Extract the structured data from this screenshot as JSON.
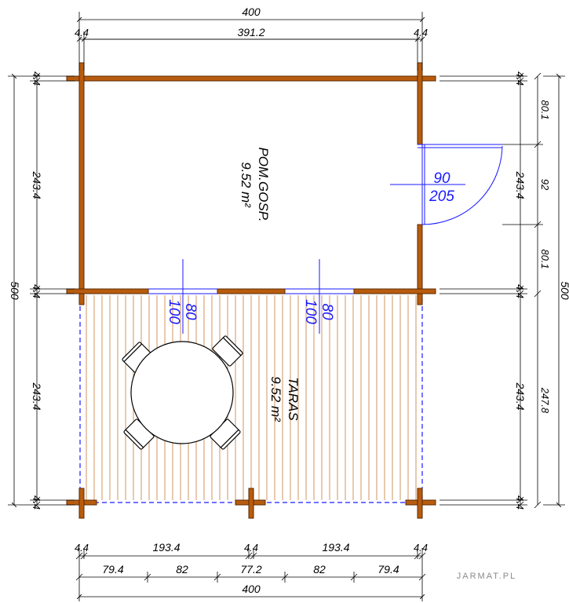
{
  "colors": {
    "wall": "#b85c0e",
    "wall_edge": "#5a2a00",
    "deck_line": "#c77a36",
    "door_window": "#1a1aff",
    "dimension_line": "#000000"
  },
  "rooms": {
    "storage": {
      "name": "POM.GOSP.",
      "area": "9.52 m²"
    },
    "terrace": {
      "name": "TARAS",
      "area": "9.52 m²"
    }
  },
  "openings": {
    "side_door": {
      "width": "90",
      "height": "205"
    },
    "front_door_left": {
      "width": "80",
      "height": "100"
    },
    "front_door_right": {
      "width": "80",
      "height": "100"
    }
  },
  "dimensions": {
    "top_total": "400",
    "top_wall_left": "4.4",
    "top_inner": "391.2",
    "top_wall_right": "4.4",
    "left_total": "500",
    "left_wall_top": "4.4",
    "left_room": "243.4",
    "left_wall_mid": "4.4",
    "left_terrace": "243.4",
    "left_wall_bottom": "4.4",
    "right_total": "500",
    "right_wall_top": "4.4",
    "right_room": "243.4",
    "right_wall_mid": "4.4",
    "right_terrace": "243.4",
    "right_wall_bottom": "4.4",
    "right_seg_top": "80.1",
    "right_seg_door": "92",
    "right_seg_bottom": "80.1",
    "right_terrace_outer": "247.8",
    "bottom_wall_left": "4.4",
    "bottom_span_left": "193.4",
    "bottom_wall_mid": "4.4",
    "bottom_span_right": "193.4",
    "bottom_wall_right": "4.4",
    "bottom_seg_1": "79.4",
    "bottom_seg_2": "82",
    "bottom_seg_3": "77.2",
    "bottom_seg_4": "82",
    "bottom_seg_5": "79.4",
    "bottom_total": "400"
  },
  "brand": "JARMAT.PL"
}
